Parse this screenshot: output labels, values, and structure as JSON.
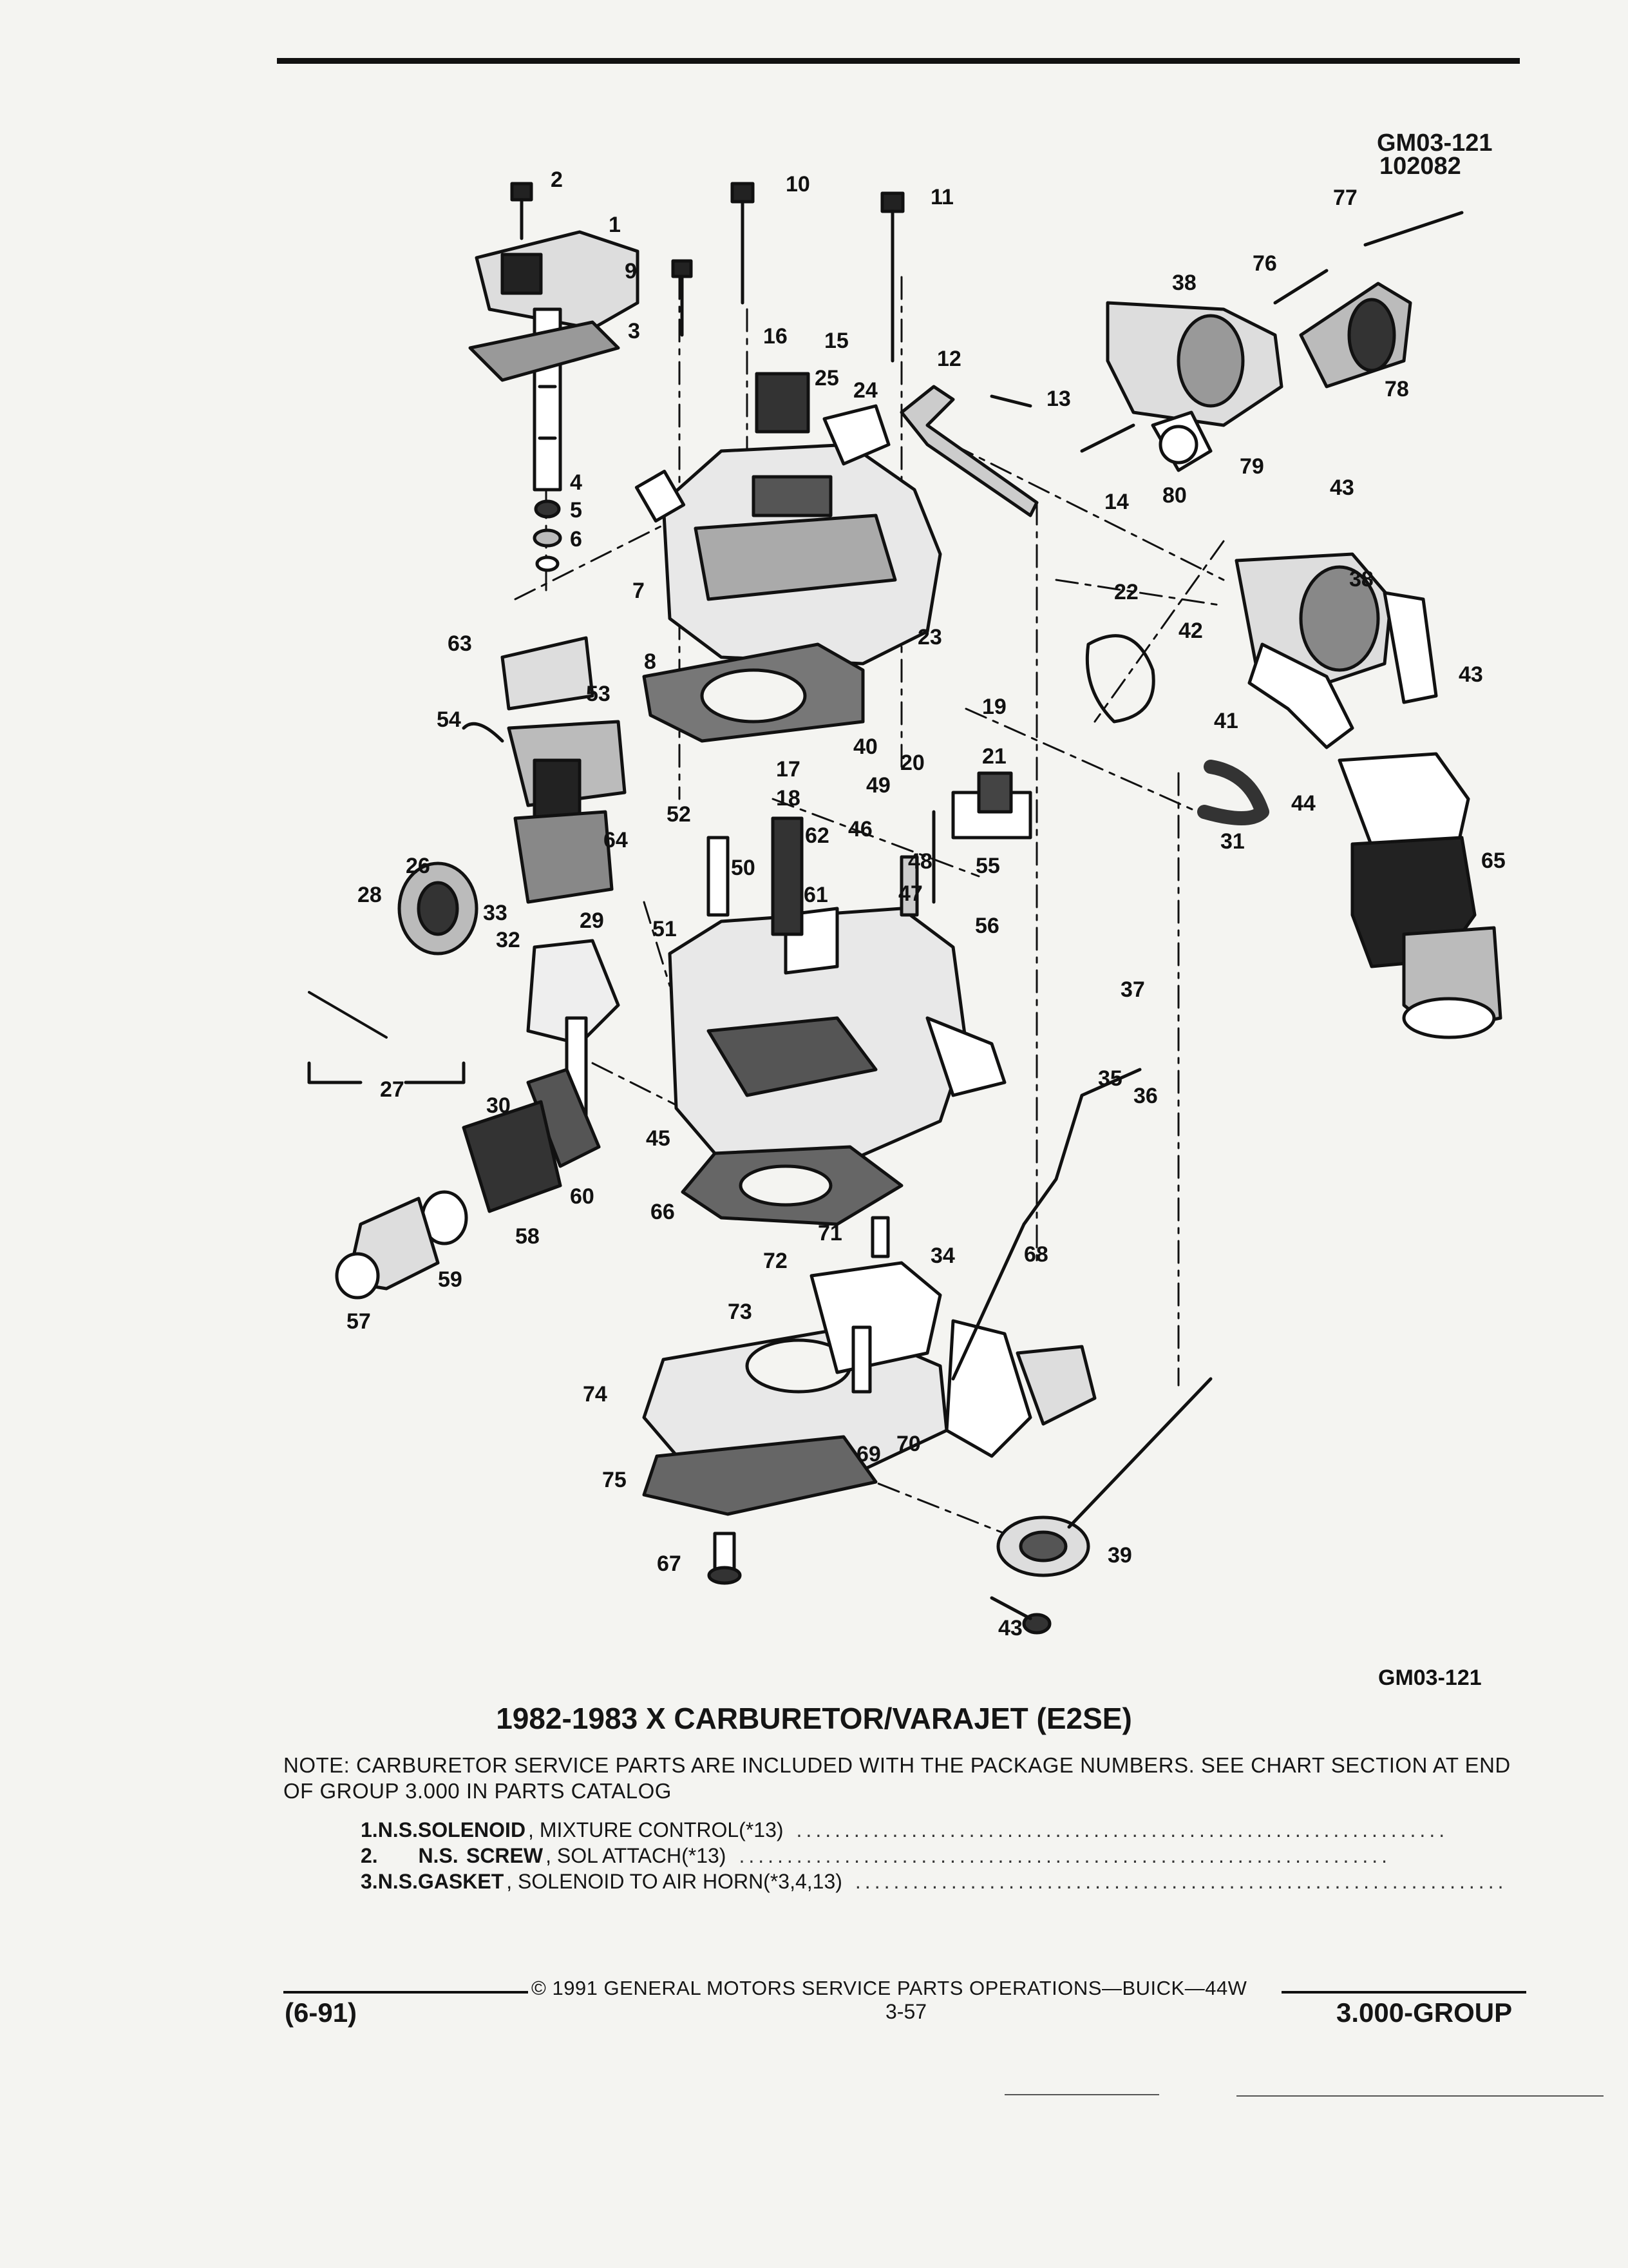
{
  "header": {
    "code_top": "GM03-121",
    "date_code": "102082"
  },
  "diagram": {
    "callouts": [
      "1",
      "2",
      "3",
      "4",
      "5",
      "6",
      "7",
      "8",
      "9",
      "10",
      "11",
      "12",
      "13",
      "14",
      "15",
      "16",
      "17",
      "18",
      "19",
      "20",
      "21",
      "22",
      "23",
      "24",
      "25",
      "26",
      "27",
      "28",
      "29",
      "30",
      "31",
      "32",
      "33",
      "34",
      "35",
      "36",
      "37",
      "38",
      "38",
      "39",
      "40",
      "41",
      "42",
      "43",
      "43",
      "43",
      "44",
      "45",
      "46",
      "47",
      "48",
      "49",
      "50",
      "51",
      "52",
      "53",
      "54",
      "55",
      "56",
      "57",
      "58",
      "59",
      "60",
      "61",
      "62",
      "63",
      "64",
      "65",
      "66",
      "67",
      "68",
      "69",
      "70",
      "71",
      "72",
      "73",
      "74",
      "75",
      "76",
      "77",
      "78",
      "79",
      "80"
    ],
    "code_bottom": "GM03-121"
  },
  "title": "1982-1983 X CARBURETOR/VARAJET (E2SE)",
  "note": "NOTE: CARBURETOR SERVICE PARTS ARE INCLUDED WITH THE PACKAGE NUMBERS. SEE CHART SECTION AT END OF GROUP 3.000 IN PARTS CATALOG",
  "parts": [
    {
      "num": "1.",
      "ns": "N.S.",
      "name": "SOLENOID",
      "desc": ", MIXTURE CONTROL(*13)"
    },
    {
      "num": "2.",
      "ns": "N.S.",
      "name": "SCREW",
      "desc": ", SOL ATTACH(*13)"
    },
    {
      "num": "3.",
      "ns": "N.S.",
      "name": "GASKET",
      "desc": ", SOLENOID TO AIR HORN(*3,4,13)"
    }
  ],
  "footer": {
    "copyright": "© 1991 GENERAL MOTORS SERVICE PARTS OPERATIONS—BUICK—44W",
    "revision": "(6-91)",
    "page": "3-57",
    "group": "3.000-GROUP"
  }
}
